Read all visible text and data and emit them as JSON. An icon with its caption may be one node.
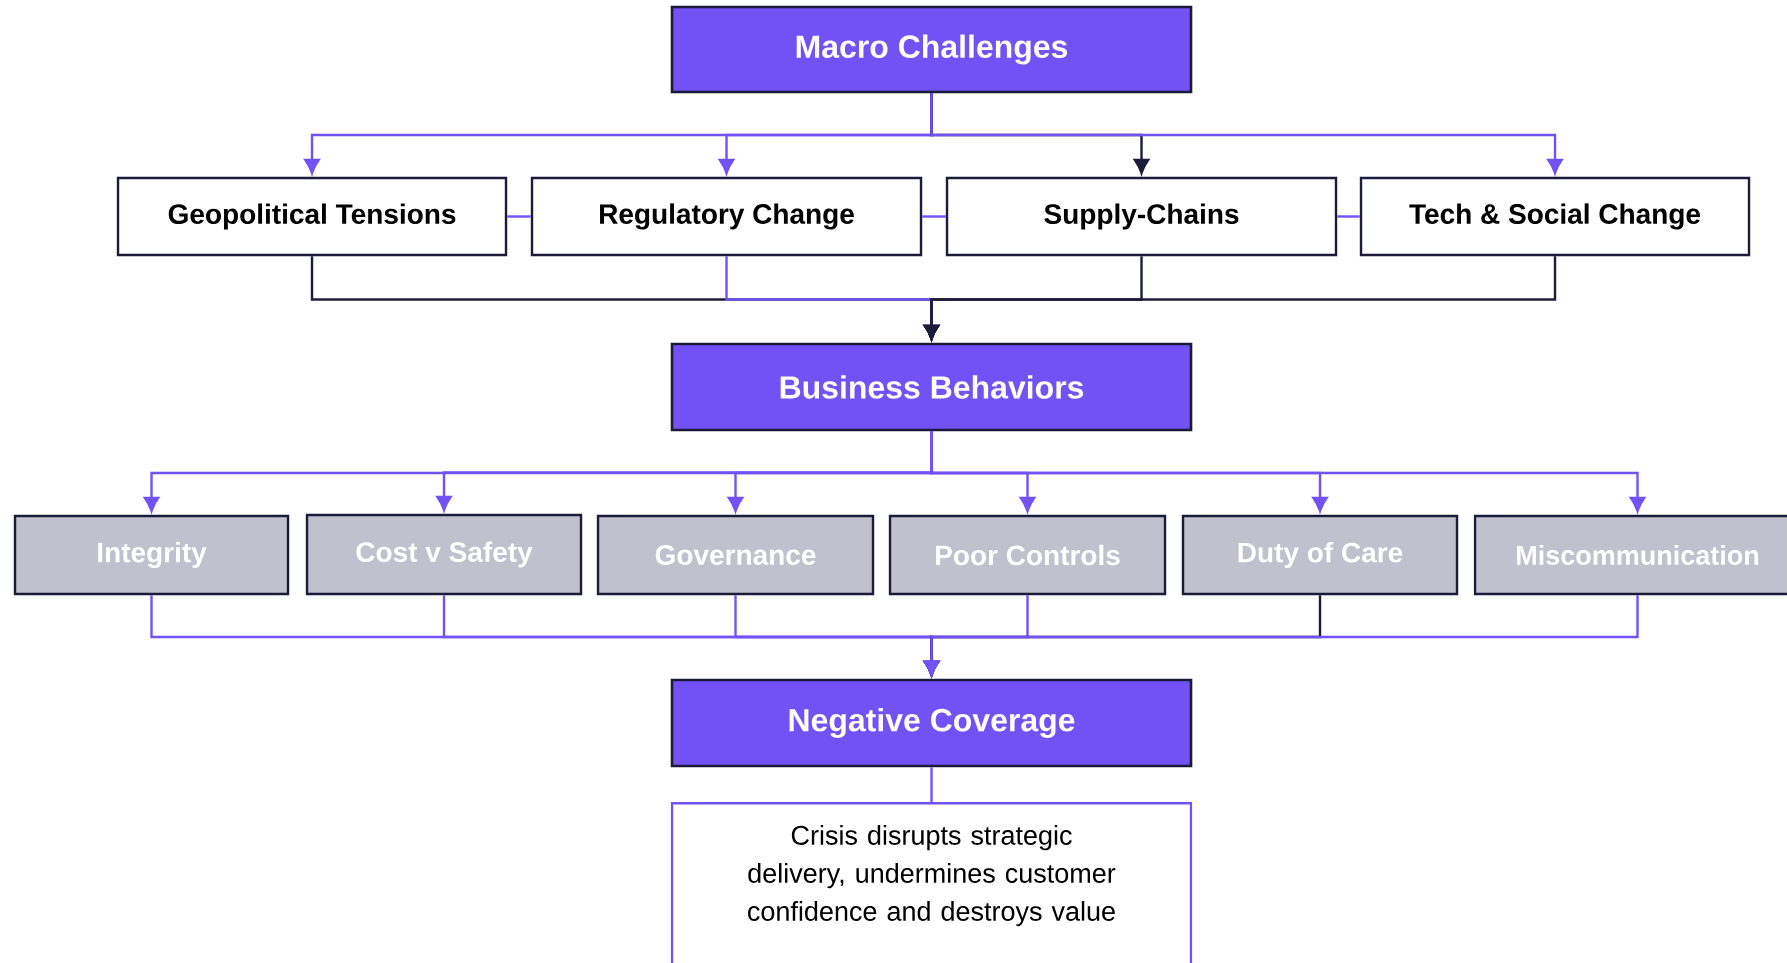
{
  "diagram": {
    "nodes": [
      {
        "text": [
          "Macro Challenges"
        ]
      },
      {
        "text": [
          "Geopolitical Tensions"
        ]
      },
      {
        "text": [
          "Regulatory Change"
        ]
      },
      {
        "text": [
          "Supply-Chains"
        ]
      },
      {
        "text": [
          "Tech & Social Change"
        ]
      },
      {
        "text": [
          "Business Behaviors"
        ]
      },
      {
        "text": [
          "Integrity"
        ]
      },
      {
        "text": [
          "Cost v Safety"
        ]
      },
      {
        "text": [
          "Governance"
        ]
      },
      {
        "text": [
          "Poor Controls"
        ]
      },
      {
        "text": [
          "Duty of Care"
        ]
      },
      {
        "text": [
          "Miscommunication"
        ]
      },
      {
        "text": [
          "Negative Coverage"
        ]
      },
      {
        "text": [
          "Crisis disrupts strategic delivery, undermines customer confidence and destroys value"
        ]
      }
    ],
    "edges": [
      {
        "from": 0,
        "to": 1,
        "arrow": "to"
      },
      {
        "from": 0,
        "to": 2,
        "arrow": "to"
      },
      {
        "from": 0,
        "to": 3,
        "arrow": "to",
        "color": "#1b1b3a"
      },
      {
        "from": 0,
        "to": 4,
        "arrow": "to"
      },
      {
        "from": 1,
        "to": 2,
        "arrow": "none"
      },
      {
        "from": 2,
        "to": 3,
        "arrow": "none"
      },
      {
        "from": 3,
        "to": 4,
        "arrow": "none"
      },
      {
        "from": 1,
        "to": 5,
        "arrow": "to",
        "color": "#1b1b3a"
      },
      {
        "from": 2,
        "to": 5,
        "arrow": "to"
      },
      {
        "from": 3,
        "to": 5,
        "arrow": "to",
        "color": "#1b1b3a"
      },
      {
        "from": 4,
        "to": 5,
        "arrow": "to",
        "color": "#1b1b3a"
      },
      {
        "from": 5,
        "to": 6,
        "arrow": "to"
      },
      {
        "from": 5,
        "to": 7,
        "arrow": "to"
      },
      {
        "from": 5,
        "to": 8,
        "arrow": "to"
      },
      {
        "from": 5,
        "to": 9,
        "arrow": "to"
      },
      {
        "from": 5,
        "to": 10,
        "arrow": "to"
      },
      {
        "from": 5,
        "to": 11,
        "arrow": "to"
      },
      {
        "from": 6,
        "to": 12,
        "arrow": "to"
      },
      {
        "from": 7,
        "to": 12,
        "arrow": "to"
      },
      {
        "from": 8,
        "to": 12,
        "arrow": "to"
      },
      {
        "from": 9,
        "to": 12,
        "arrow": "to"
      },
      {
        "from": 10,
        "to": 12,
        "arrow": "to",
        "color": "#1b1b3a"
      },
      {
        "from": 11,
        "to": 12,
        "arrow": "to"
      },
      {
        "from": 12,
        "to": 13,
        "arrow": "none"
      }
    ]
  }
}
